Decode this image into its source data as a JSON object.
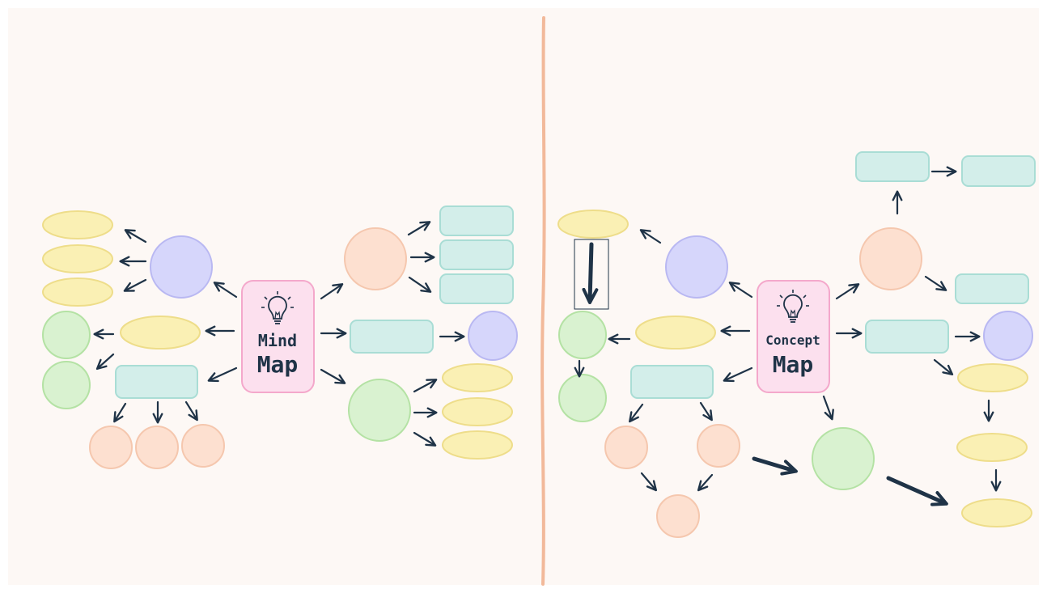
{
  "mind_map": {
    "line1": "Mind",
    "line2": "Map"
  },
  "concept_map": {
    "line1": "Concept",
    "line2": "Map"
  },
  "colors": {
    "background": "#fdf8f5",
    "yellow": "#faf0b4",
    "yellow_stroke": "#eedd8a",
    "teal": "#d3eeea",
    "teal_stroke": "#a9ddd5",
    "peach": "#fde0d0",
    "peach_stroke": "#f5c7ae",
    "purple": "#d6d6fb",
    "purple_stroke": "#b9b8f2",
    "green": "#d9f2d0",
    "green_stroke": "#b4e2a4",
    "pink": "#fce0ee",
    "pink_stroke": "#f4a8cb",
    "arrow": "#1f3347",
    "divider": "#f2b99a"
  },
  "icons": {
    "hub": "lightbulb-icon"
  }
}
